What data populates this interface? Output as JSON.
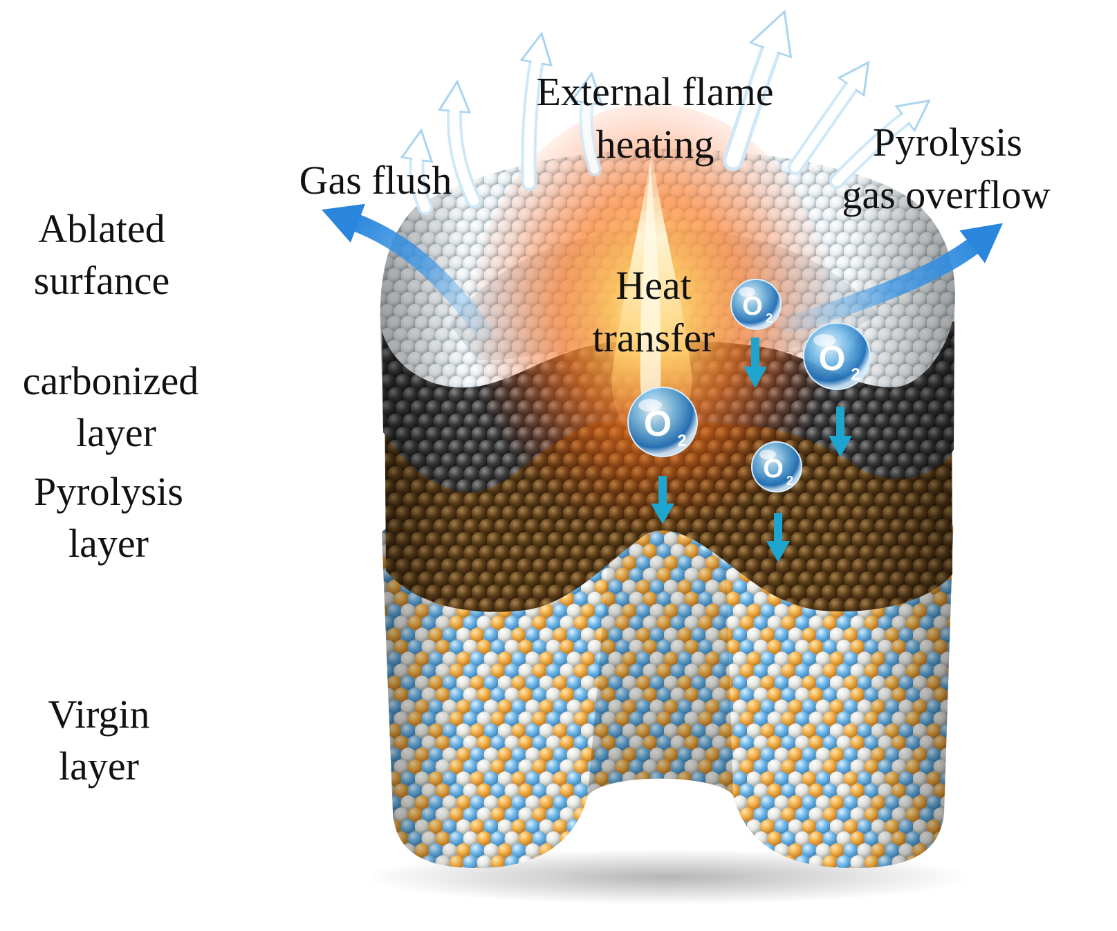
{
  "labels": {
    "external_flame": [
      "External flame",
      "heating"
    ],
    "gas_flush": "Gas flush",
    "pyrolysis_gas": [
      "Pyrolysis",
      "gas overflow"
    ],
    "ablated": [
      "Ablated",
      "surfance"
    ],
    "heat_transfer": [
      "Heat",
      "transfer"
    ],
    "carbonized": [
      "carbonized",
      "layer"
    ],
    "pyrolysis_layer": [
      "Pyrolysis",
      "layer"
    ],
    "virgin": [
      "Virgin",
      "layer"
    ]
  },
  "bubbles": [
    {
      "main": "O",
      "sub": "2"
    },
    {
      "main": "O",
      "sub": "2"
    },
    {
      "main": "O",
      "sub": "2"
    },
    {
      "main": "O",
      "sub": "2"
    }
  ],
  "colors": {
    "gas_arrow": "#2a86dc",
    "oxygen_arrow": "#1da5cf",
    "flame": "#ff7a22",
    "carbonized": "#3a3a3a",
    "pyrolysis": "#5a3c18",
    "virgin_orange": "#f2ae45",
    "virgin_blue": "#6fb8ea"
  }
}
